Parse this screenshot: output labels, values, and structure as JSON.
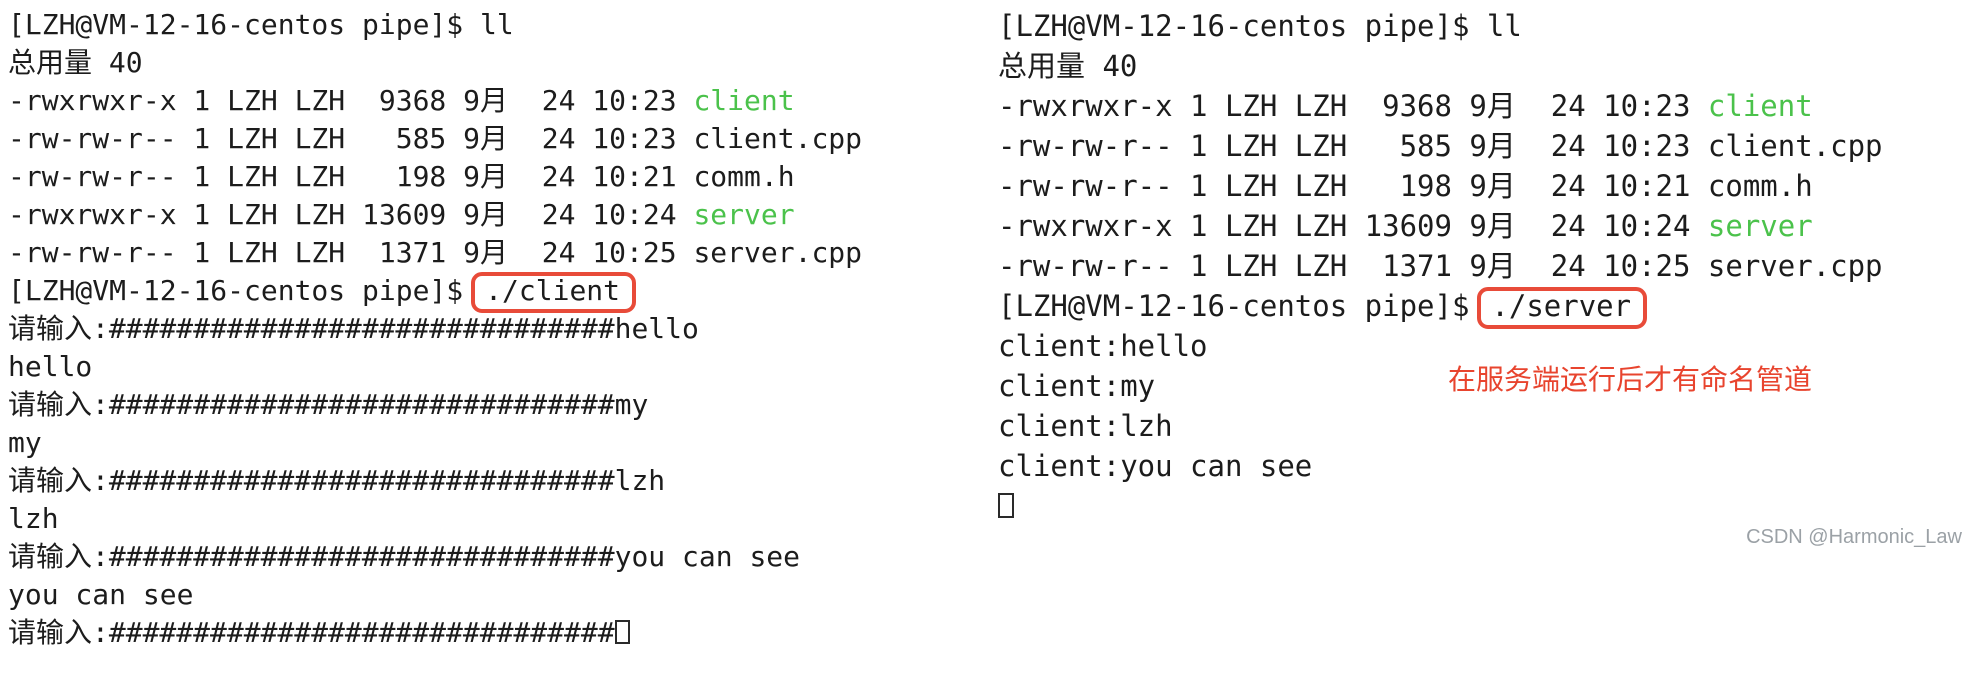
{
  "colors": {
    "text": "#1c1c1c",
    "exec_green": "#4bc24b",
    "highlight_red": "#e84b39",
    "annotation_red": "#e8442e",
    "watermark_gray": "#9ba1a6",
    "background": "#ffffff"
  },
  "left_terminal": {
    "lines": [
      {
        "segments": [
          {
            "t": "[LZH@VM-12-16-centos pipe]$ ll"
          }
        ]
      },
      {
        "segments": [
          {
            "t": "总用量 40"
          }
        ]
      },
      {
        "segments": [
          {
            "t": "-rwxrwxr-x 1 LZH LZH  9368 9月  24 10:23 "
          },
          {
            "t": "client",
            "c": "exec"
          }
        ]
      },
      {
        "segments": [
          {
            "t": "-rw-rw-r-- 1 LZH LZH   585 9月  24 10:23 client.cpp"
          }
        ]
      },
      {
        "segments": [
          {
            "t": "-rw-rw-r-- 1 LZH LZH   198 9月  24 10:21 comm.h"
          }
        ]
      },
      {
        "segments": [
          {
            "t": "-rwxrwxr-x 1 LZH LZH 13609 9月  24 10:24 "
          },
          {
            "t": "server",
            "c": "exec"
          }
        ]
      },
      {
        "segments": [
          {
            "t": "-rw-rw-r-- 1 LZH LZH  1371 9月  24 10:25 server.cpp"
          }
        ]
      },
      {
        "segments": [
          {
            "t": "[LZH@VM-12-16-centos pipe]$"
          },
          {
            "t": "./client",
            "c": "boxed"
          }
        ]
      },
      {
        "segments": [
          {
            "t": "请输入:##############################hello"
          }
        ]
      },
      {
        "segments": [
          {
            "t": "hello"
          }
        ]
      },
      {
        "segments": [
          {
            "t": "请输入:##############################my"
          }
        ]
      },
      {
        "segments": [
          {
            "t": "my"
          }
        ]
      },
      {
        "segments": [
          {
            "t": "请输入:##############################lzh"
          }
        ]
      },
      {
        "segments": [
          {
            "t": "lzh"
          }
        ]
      },
      {
        "segments": [
          {
            "t": "请输入:##############################you can see"
          }
        ]
      },
      {
        "segments": [
          {
            "t": "you can see"
          }
        ]
      },
      {
        "segments": [
          {
            "t": "请输入:##############################"
          },
          {
            "t": "",
            "c": "cursor"
          }
        ]
      }
    ]
  },
  "right_terminal": {
    "lines": [
      {
        "segments": [
          {
            "t": "[LZH@VM-12-16-centos pipe]$ ll"
          }
        ]
      },
      {
        "segments": [
          {
            "t": "总用量 40"
          }
        ]
      },
      {
        "segments": [
          {
            "t": "-rwxrwxr-x 1 LZH LZH  9368 9月  24 10:23 "
          },
          {
            "t": "client",
            "c": "exec"
          }
        ]
      },
      {
        "segments": [
          {
            "t": "-rw-rw-r-- 1 LZH LZH   585 9月  24 10:23 client.cpp"
          }
        ]
      },
      {
        "segments": [
          {
            "t": "-rw-rw-r-- 1 LZH LZH   198 9月  24 10:21 comm.h"
          }
        ]
      },
      {
        "segments": [
          {
            "t": "-rwxrwxr-x 1 LZH LZH 13609 9月  24 10:24 "
          },
          {
            "t": "server",
            "c": "exec"
          }
        ]
      },
      {
        "segments": [
          {
            "t": "-rw-rw-r-- 1 LZH LZH  1371 9月  24 10:25 server.cpp"
          }
        ]
      },
      {
        "segments": [
          {
            "t": "[LZH@VM-12-16-centos pipe]$"
          },
          {
            "t": "./server",
            "c": "boxed"
          }
        ]
      },
      {
        "segments": [
          {
            "t": "client:hello"
          }
        ]
      },
      {
        "segments": [
          {
            "t": "client:my"
          }
        ]
      },
      {
        "segments": [
          {
            "t": "client:lzh"
          }
        ]
      },
      {
        "segments": [
          {
            "t": "client:you can see"
          }
        ]
      },
      {
        "segments": [
          {
            "t": "",
            "c": "cursor"
          }
        ]
      }
    ]
  },
  "annotation": {
    "text": "在服务端运行后才有命名管道"
  },
  "watermark": {
    "text": "CSDN @Harmonic_Law"
  }
}
